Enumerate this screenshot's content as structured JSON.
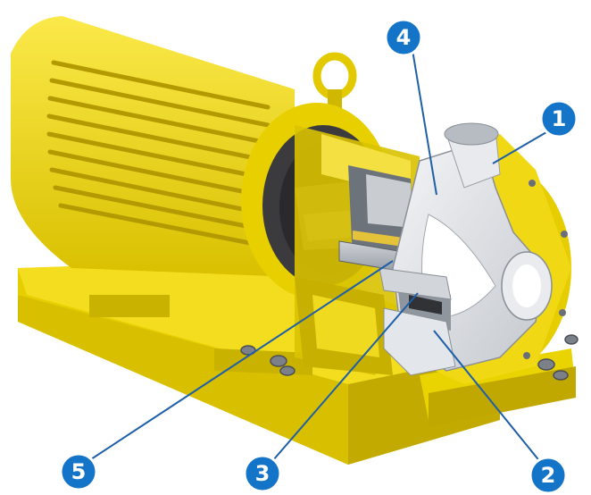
{
  "callouts": [
    {
      "id": "1",
      "label": "1"
    },
    {
      "id": "2",
      "label": "2"
    },
    {
      "id": "3",
      "label": "3"
    },
    {
      "id": "4",
      "label": "4"
    },
    {
      "id": "5",
      "label": "5"
    }
  ],
  "colors": {
    "yellow": "#f5dc0a",
    "yellow_shade": "#c9b200",
    "yellow_dark": "#a89000",
    "casing_cut": "#dfe2e6",
    "steel": "#9aa0a8",
    "steel_dark": "#5a6068",
    "callout_fill": "#1474c8",
    "leader_line": "#1e5fa8"
  },
  "icons": {
    "pump": "cutaway-centrifugal-pump-illustration"
  }
}
